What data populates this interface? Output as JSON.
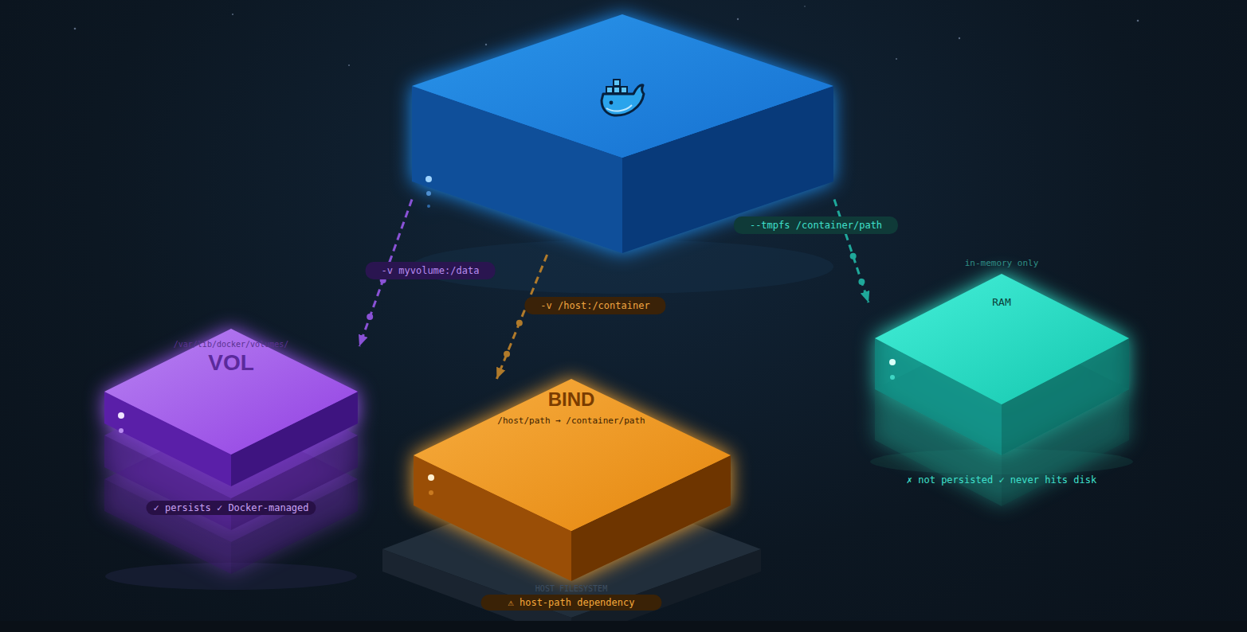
{
  "diagram": {
    "nodes": [
      {
        "text": []
      },
      {
        "text": [
          "/var/lib/docker/volumes/",
          "VOL",
          "✓ persists ✓ Docker-managed"
        ]
      },
      {
        "text": [
          "BIND",
          "/host/path → /container/path",
          "⚠ host-path dependency"
        ]
      },
      {
        "text": [
          "in-memory only",
          "RAM",
          "✗ not persisted ✓ never hits disk"
        ]
      }
    ],
    "edges": [
      {
        "from": 0,
        "to": 1,
        "label": "-v myvolume:/data",
        "arrow": "to"
      },
      {
        "from": 0,
        "to": 2,
        "label": "-v /host:/container",
        "arrow": "to"
      },
      {
        "from": 0,
        "to": 3,
        "label": "--tmpfs /container/path",
        "arrow": "to"
      }
    ],
    "labels": [
      "HOST FILESYSTEM"
    ]
  }
}
